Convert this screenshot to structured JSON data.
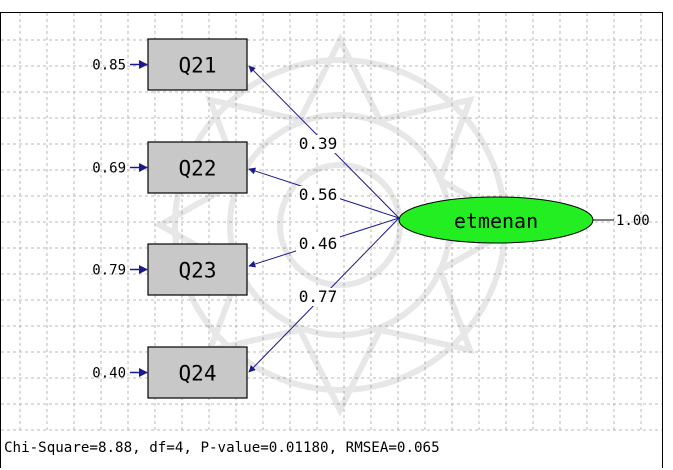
{
  "latent": {
    "name": "etmenan",
    "variance": "1.00",
    "fill_color": "#22ee22"
  },
  "indicators": [
    {
      "name": "Q21",
      "error_variance": "0.85",
      "loading": "0.39"
    },
    {
      "name": "Q22",
      "error_variance": "0.69",
      "loading": "0.56"
    },
    {
      "name": "Q23",
      "error_variance": "0.79",
      "loading": "0.46"
    },
    {
      "name": "Q24",
      "error_variance": "0.40",
      "loading": "0.77"
    }
  ],
  "fit_statistics": "Chi-Square=8.88, df=4, P-value=0.01180, RMSEA=0.065",
  "colors": {
    "box_fill": "#c8c8c8",
    "arrow": "#1a1a8c",
    "grid": "#b8b8b8"
  }
}
